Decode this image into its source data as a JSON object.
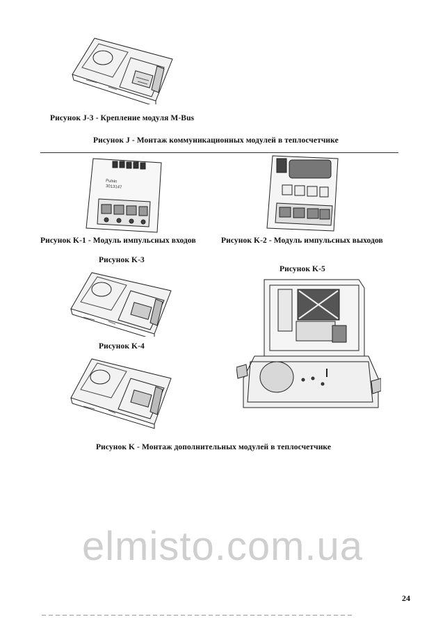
{
  "figures": {
    "j3": "Рисунок J-3 - Крепление модуля M-Bus",
    "j": "Рисунок J - Монтаж коммуникационных модулей в теплосчетчике",
    "k1": "Рисунок K-1  - Модуль импульсных входов",
    "k2": "Рисунок K-2 - Модуль импульсных выходов",
    "k3": "Рисунок K-3",
    "k4": "Рисунок K-4",
    "k5": "Рисунок K-5",
    "k": "Рисунок K - Монтаж дополнительных модулей в теплосчетчике"
  },
  "module_labels": {
    "k1_line1": "Pulsin",
    "k1_line2": "3013147"
  },
  "watermark": "elmisto.com.ua",
  "page_number": "24"
}
